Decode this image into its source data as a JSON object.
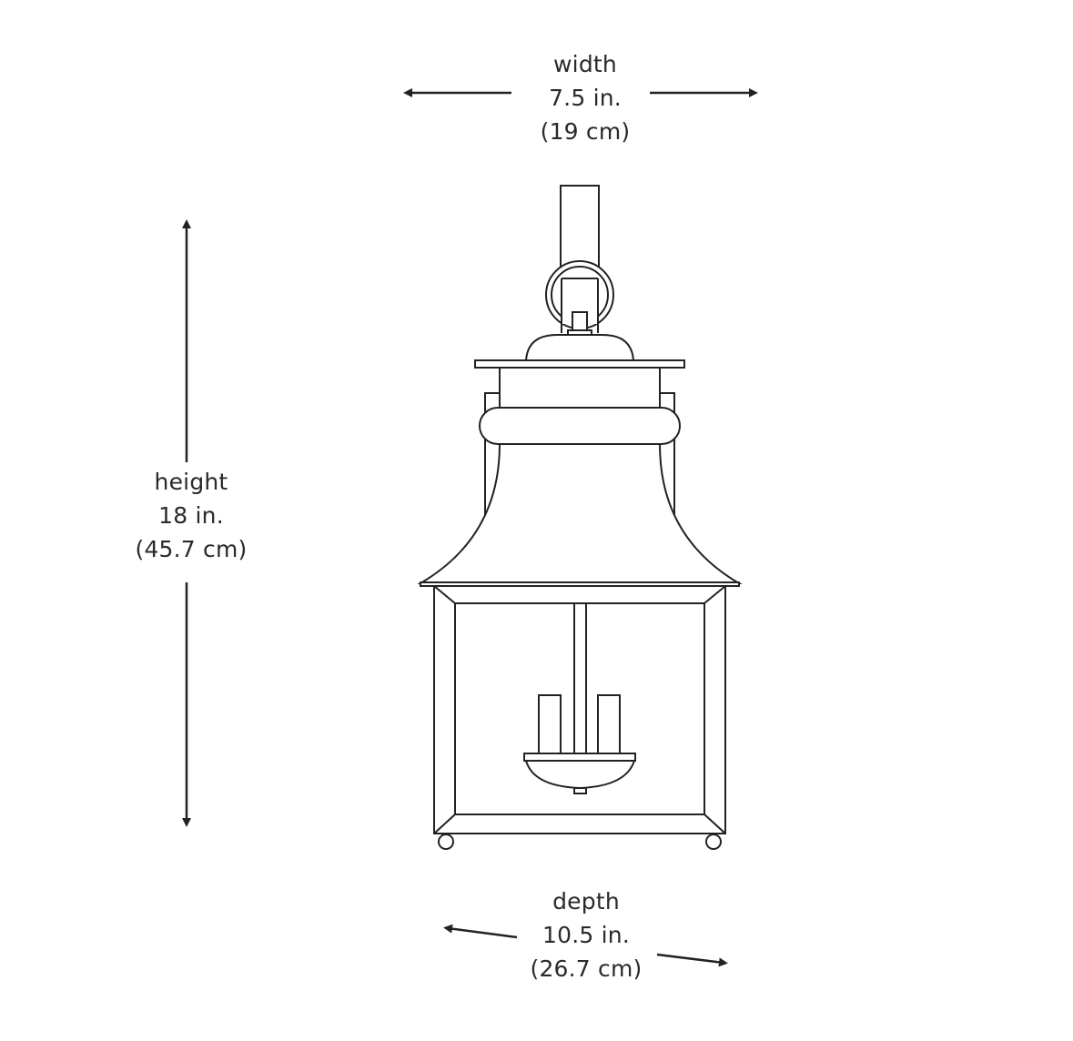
{
  "diagram": {
    "type": "product-dimension-drawing",
    "subject": "outdoor wall lantern",
    "line_color": "#222222",
    "background": "#ffffff",
    "dimensions": {
      "width": {
        "label": "width",
        "imperial": "7.5 in.",
        "metric": "(19 cm)"
      },
      "height": {
        "label": "height",
        "imperial": "18 in.",
        "metric": "(45.7 cm)"
      },
      "depth": {
        "label": "depth",
        "imperial": "10.5 in.",
        "metric": "(26.7 cm)"
      }
    }
  }
}
